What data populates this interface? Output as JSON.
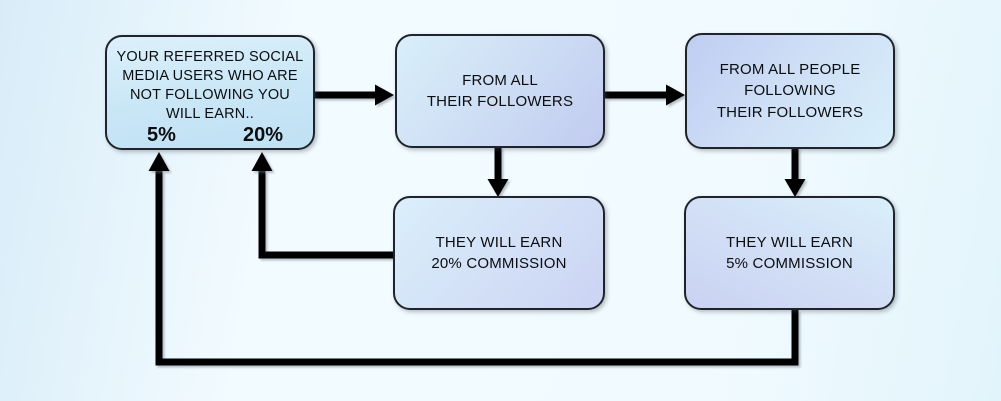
{
  "diagram": {
    "title": "referral-commission-flowchart",
    "boxes": {
      "referral": {
        "text": "YOUR REFERRED SOCIAL\nMEDIA USERS WHO ARE\nNOT FOLLOWING YOU\nWILL EARN..",
        "percent_left": "5%",
        "percent_right": "20%"
      },
      "followers": {
        "text": "FROM ALL\nTHEIR FOLLOWERS"
      },
      "followers_of_followers": {
        "text": "FROM ALL PEOPLE\nFOLLOWING\nTHEIR FOLLOWERS"
      },
      "earn_20": {
        "text": "THEY WILL EARN\n20% COMMISSION"
      },
      "earn_5": {
        "text": "THEY WILL EARN\n5% COMMISSION"
      }
    },
    "arrows": [
      {
        "name": "arrow-referral-to-followers",
        "direction": "right"
      },
      {
        "name": "arrow-followers-to-followers-of-followers",
        "direction": "right"
      },
      {
        "name": "arrow-followers-to-earn-20",
        "direction": "down"
      },
      {
        "name": "arrow-followers-of-followers-to-earn-5",
        "direction": "down"
      },
      {
        "name": "arrow-earn-20-to-20-percent",
        "direction": "left-then-up"
      },
      {
        "name": "arrow-earn-5-to-5-percent",
        "direction": "down-left-then-up"
      }
    ],
    "colors": {
      "arrow": "#000000",
      "box_border": "#20242a",
      "text": "#0b0d10",
      "background_edge": "#d8ecf8",
      "background_center": "#f2fbff",
      "box_blue_light": "#d8effb",
      "box_periwinkle": "#c1cbf0",
      "box_lavender": "#c9d3f2"
    }
  }
}
